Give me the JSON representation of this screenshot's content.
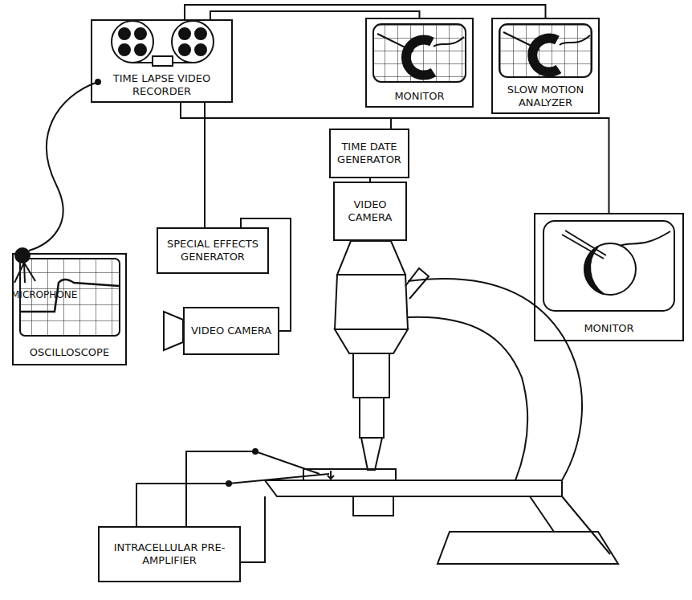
{
  "diagram": {
    "nodes": [
      {
        "text": [
          "TIME LAPSE VIDEO RECORDER"
        ]
      },
      {
        "text": [
          "MONITOR"
        ]
      },
      {
        "text": [
          "SLOW MOTION ANALYZER"
        ]
      },
      {
        "text": [
          "TIME DATE GENERATOR"
        ]
      },
      {
        "text": [
          "SPECIAL EFFECTS GENERATOR"
        ]
      },
      {
        "text": [
          "VIDEO CAMERA"
        ]
      },
      {
        "text": [
          "MONITOR"
        ]
      },
      {
        "text": [
          "VIDEO CAMERA"
        ]
      },
      {
        "text": [
          "OSCILLOSCOPE"
        ]
      },
      {
        "text": [
          "INTRACELLULAR PRE-AMPLIFIER"
        ]
      }
    ],
    "edges": [
      {
        "from": 0,
        "to": 1,
        "arrow": "none"
      },
      {
        "from": 0,
        "to": 2,
        "arrow": "none"
      },
      {
        "from": 0,
        "to": 4,
        "arrow": "none"
      },
      {
        "from": 0,
        "to": 3,
        "arrow": "none"
      },
      {
        "from": 3,
        "to": 6,
        "arrow": "none"
      },
      {
        "from": 4,
        "to": 7,
        "arrow": "none"
      },
      {
        "from": 3,
        "to": 5,
        "arrow": "none"
      }
    ],
    "labels": [
      "MICROPHONE"
    ]
  }
}
